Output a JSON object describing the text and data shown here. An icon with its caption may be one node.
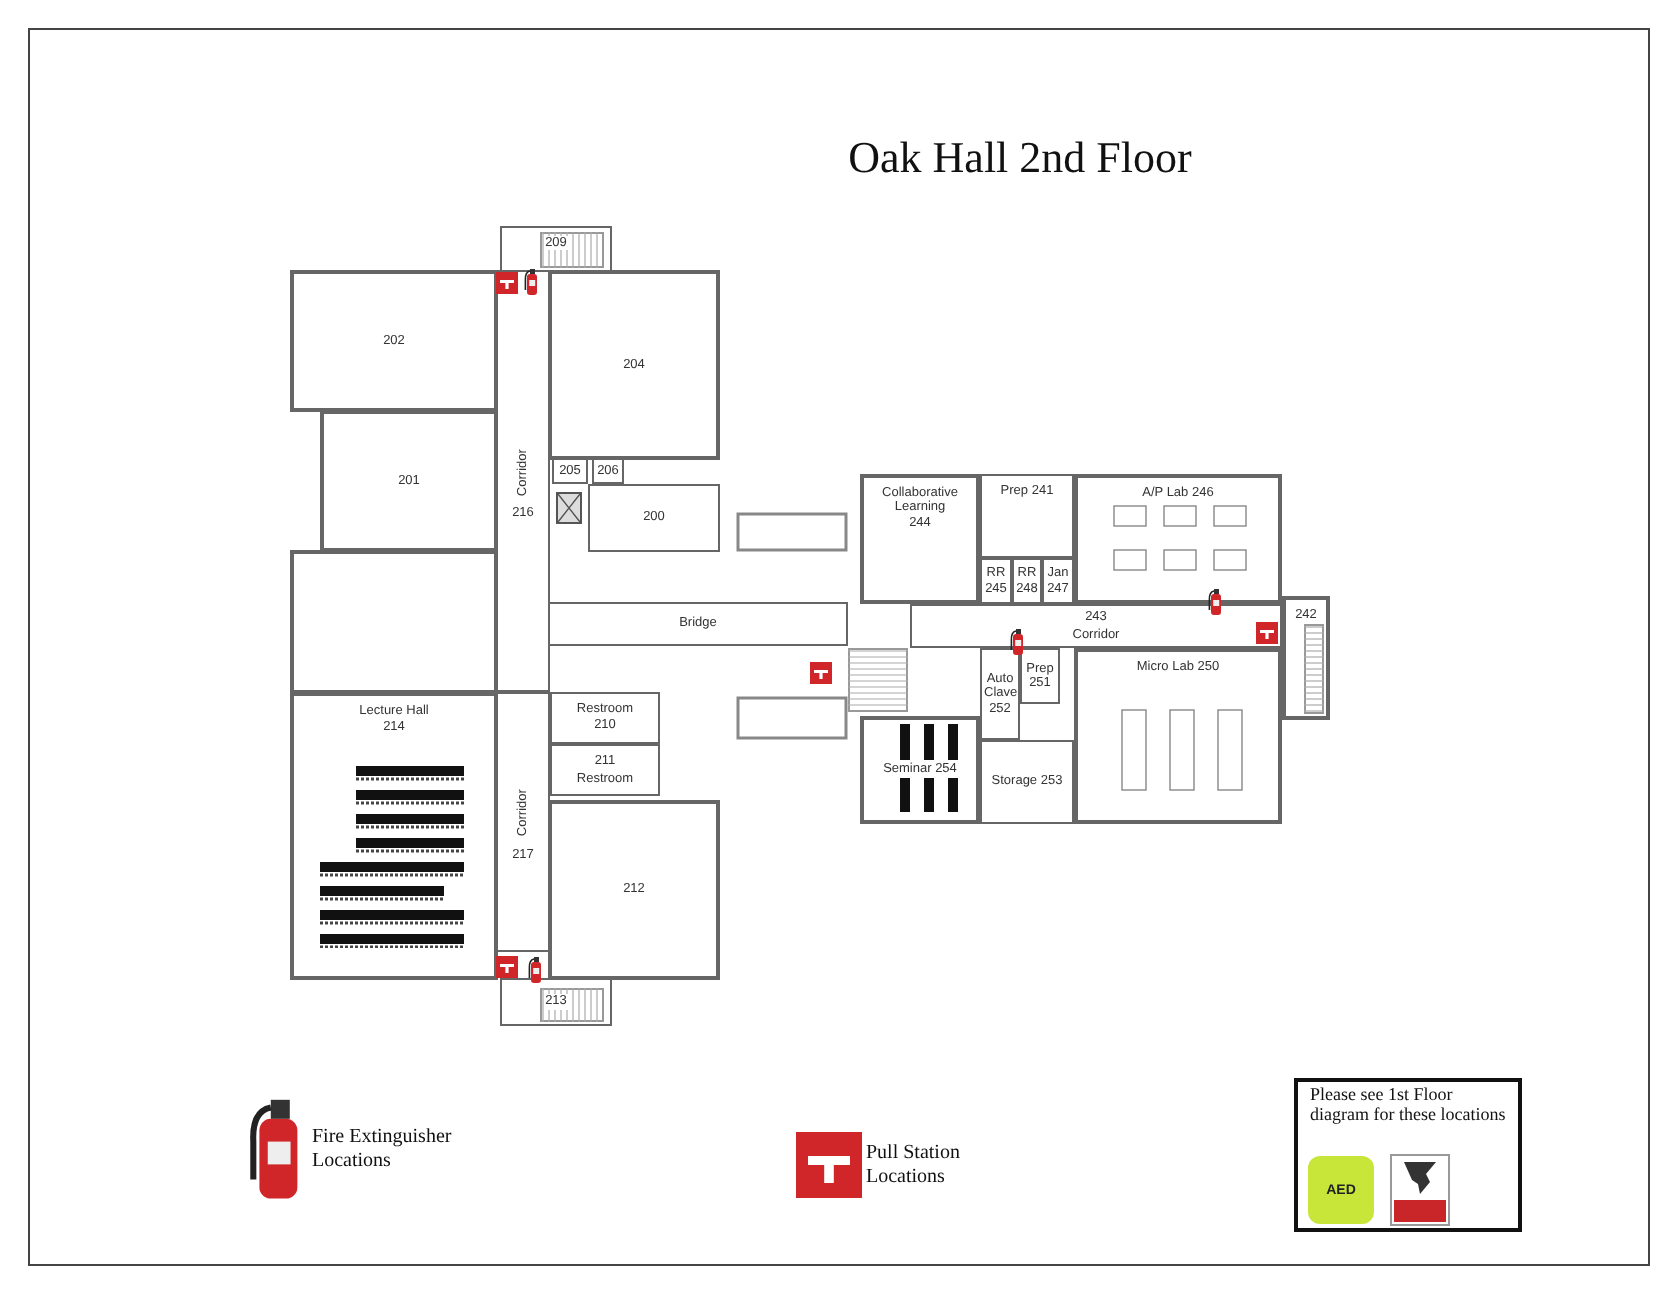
{
  "diagram": {
    "title": "Oak Hall 2nd Floor",
    "nodes": [
      {
        "text": [
          "209"
        ]
      },
      {
        "text": [
          "202"
        ]
      },
      {
        "text": [
          "204"
        ]
      },
      {
        "text": [
          "Corridor",
          "216"
        ]
      },
      {
        "text": [
          "201"
        ]
      },
      {
        "text": [
          "205"
        ]
      },
      {
        "text": [
          "206"
        ]
      },
      {
        "text": [
          "200"
        ]
      },
      {
        "text": [],
        "shape": "box"
      },
      {
        "text": [
          "Bridge"
        ]
      },
      {
        "text": [
          "Collaborative Learning",
          "244"
        ]
      },
      {
        "text": [
          "Prep 241"
        ]
      },
      {
        "text": [
          "A/P Lab 246"
        ]
      },
      {
        "text": [
          "RR",
          "245"
        ]
      },
      {
        "text": [
          "RR",
          "248"
        ]
      },
      {
        "text": [
          "Jan",
          "247"
        ]
      },
      {
        "text": [
          "243",
          "Corridor"
        ]
      },
      {
        "text": [
          "242"
        ]
      },
      {
        "text": [
          "Auto Clave 252"
        ]
      },
      {
        "text": [
          "Prep 251"
        ]
      },
      {
        "text": [
          "Micro Lab 250"
        ]
      },
      {
        "text": [
          "Seminar 254"
        ]
      },
      {
        "text": [
          "Storage 253"
        ]
      },
      {
        "text": [
          "Lecture Hall",
          "214"
        ]
      },
      {
        "text": [
          "Restroom",
          "210"
        ]
      },
      {
        "text": [
          "211",
          "Restroom"
        ]
      },
      {
        "text": [
          "Corridor",
          "217"
        ]
      },
      {
        "text": [
          "212"
        ]
      },
      {
        "text": [
          "213"
        ]
      }
    ],
    "labels": [
      "Please see 1st Floor diagram for these locations",
      "AED"
    ],
    "legend": [
      {
        "text": "Fire Extinguisher Locations"
      },
      {
        "text": "Pull Station Locations"
      }
    ]
  }
}
